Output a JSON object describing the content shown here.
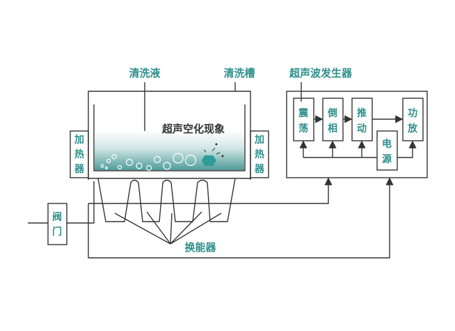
{
  "labels": {
    "cleaning_liquid": "清洗液",
    "cleaning_tank": "清洗槽",
    "generator": "超声波发生器",
    "cavitation": "超声空化现象",
    "heater_left": [
      "加",
      "热",
      "器"
    ],
    "heater_right": [
      "加",
      "热",
      "器"
    ],
    "valve": [
      "阀",
      "门"
    ],
    "transducer": "换能器",
    "oscillator": [
      "震",
      "荡"
    ],
    "inverter": [
      "倒",
      "相"
    ],
    "driver": [
      "推",
      "动"
    ],
    "amplifier": [
      "功",
      "放"
    ],
    "power_supply": [
      "电",
      "源"
    ]
  },
  "colors": {
    "label_teal": "#2e8f8c",
    "line": "#333333",
    "liquid_top": "#ffffff",
    "liquid_bottom": "#4f9c9a",
    "gem": "#2e9c98"
  }
}
